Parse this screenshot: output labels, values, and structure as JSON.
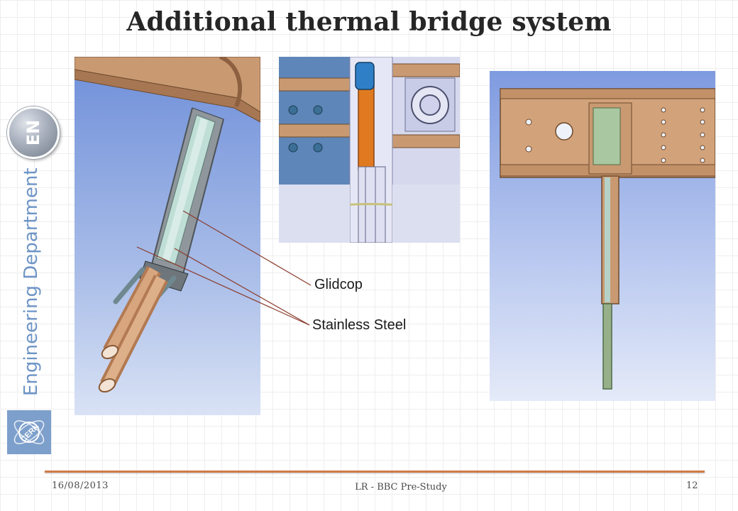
{
  "slide": {
    "title": "Additional thermal bridge system",
    "badge_text": "EN",
    "department": "Engineering Department",
    "logo_text": "CERN"
  },
  "figures": {
    "glidcop_label": "Glidcop",
    "stainless_steel_label": "Stainless Steel"
  },
  "footer": {
    "date": "16/08/2013",
    "center": "LR - BBC Pre-Study",
    "page": "12"
  },
  "colors": {
    "accent_line": "#d07a46",
    "department_text": "#6e95c6",
    "logo_background": "#7d9fcb",
    "copper": "#d4a077",
    "glidcop": "#bfded6"
  }
}
